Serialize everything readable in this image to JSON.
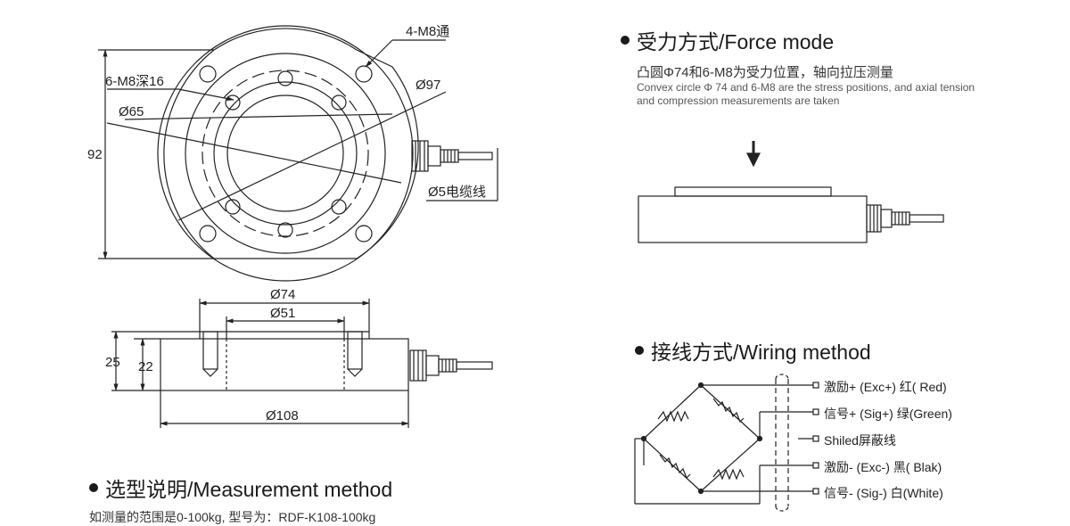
{
  "top_view": {
    "labels": {
      "holes_through": "4-M8通",
      "holes_depth": "6-M8深16",
      "d97": "Ø97",
      "d65": "Ø65",
      "height": "92",
      "cable": "Ø5电缆线"
    }
  },
  "side_view": {
    "labels": {
      "d74": "Ø74",
      "d51": "Ø51",
      "h25": "25",
      "h22": "22",
      "d108": "Ø108"
    }
  },
  "force_mode": {
    "title": "受力方式/Force mode",
    "desc_cn": "凸圆Φ74和6-M8为受力位置，轴向拉压测量",
    "desc_en_1": "Convex circle Φ 74 and 6-M8 are the stress positions, and axial tension",
    "desc_en_2": "and compression measurements are taken"
  },
  "wiring": {
    "title": "接线方式/Wiring method",
    "lines": [
      {
        "label": "激励+ (Exc+)   红( Red)"
      },
      {
        "label": "信号+ (Sig+)   绿(Green)"
      },
      {
        "label": "Shiled屏蔽线"
      },
      {
        "label": "激励- (Exc-)   黑( Blak)"
      },
      {
        "label": "信号- (Sig-)   白(White)"
      }
    ]
  },
  "measurement": {
    "title": "选型说明/Measurement method",
    "desc": "如测量的范围是0-100kg, 型号为：RDF-K108-100kg"
  }
}
